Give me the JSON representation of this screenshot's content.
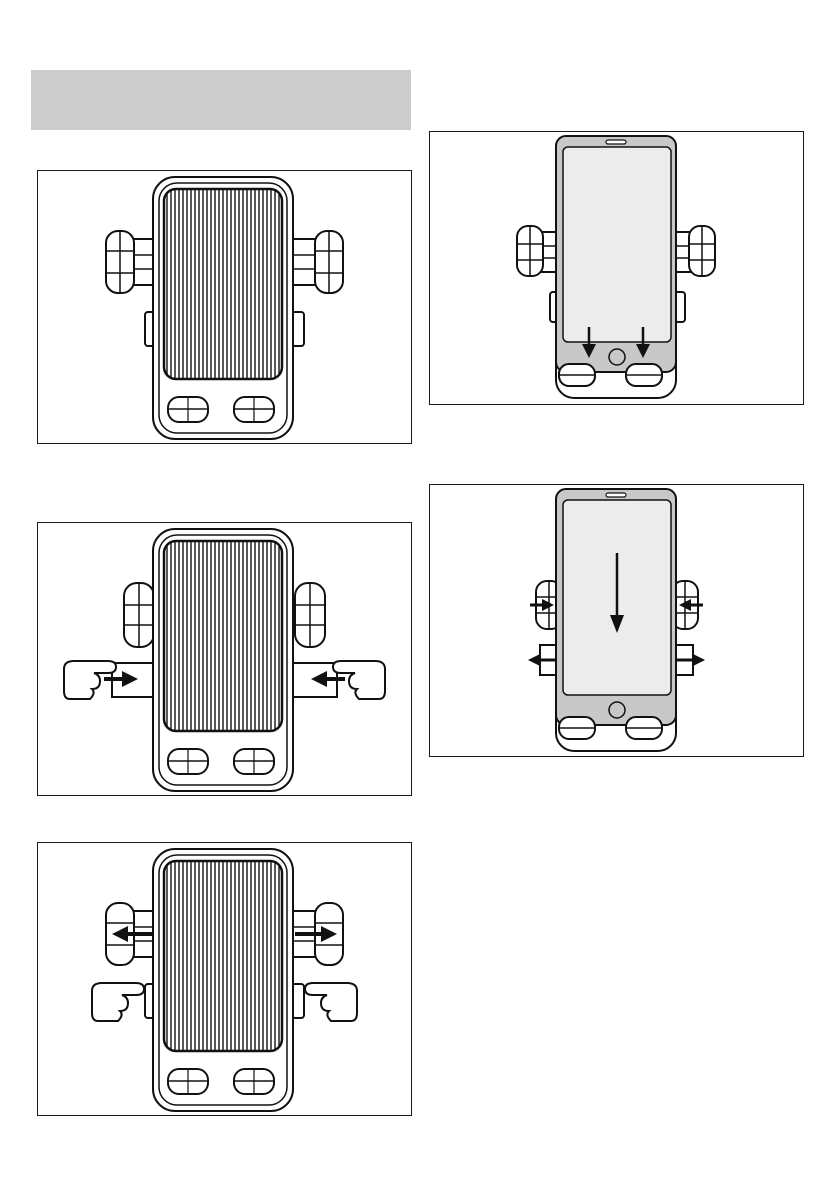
{
  "page": {
    "header": {
      "title": ""
    },
    "figures": [
      {
        "name": "holder-default",
        "icons": [
          "phone-holder-icon"
        ]
      },
      {
        "name": "squeeze-side-arms",
        "icons": [
          "pointing-hand-icon",
          "arrow-right-icon",
          "arrow-left-icon"
        ]
      },
      {
        "name": "press-release-buttons",
        "icons": [
          "pointing-hand-icon",
          "arrow-left-icon",
          "arrow-right-icon"
        ]
      },
      {
        "name": "insert-phone",
        "icons": [
          "smartphone-icon",
          "arrow-down-icon"
        ]
      },
      {
        "name": "arms-clamp-phone",
        "icons": [
          "smartphone-icon",
          "arrow-down-icon",
          "arrow-right-icon",
          "arrow-left-icon"
        ]
      }
    ]
  },
  "colors": {
    "line": "#1a1a1a",
    "header_fill": "#cccccc",
    "phone_fill": "#c8c8c8",
    "screen_fill": "#ececec"
  }
}
